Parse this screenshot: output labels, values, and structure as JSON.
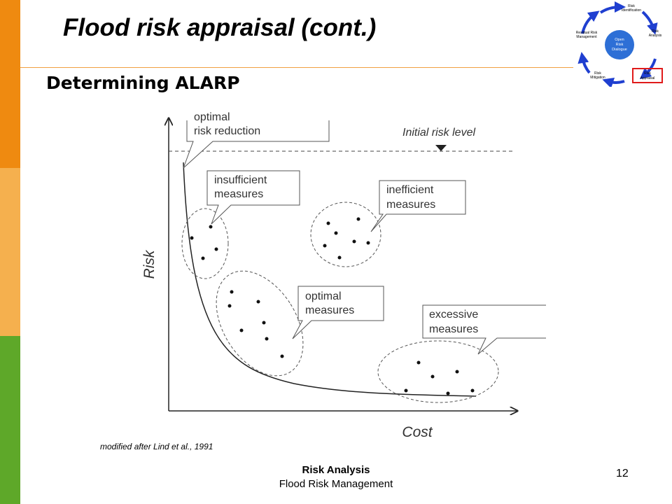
{
  "slide": {
    "title": "Flood risk appraisal (cont.)",
    "subtitle": "Determining ALARP",
    "credit": "modified after Lind et al., 1991",
    "footer_line1": "Risk Analysis",
    "footer_line2": "Flood Risk Management",
    "page_number": "12"
  },
  "cycle": {
    "center_line1": "Open",
    "center_line2": "Risk",
    "center_line3": "Dialogue",
    "risk_identification_1": "Risk",
    "risk_identification_2": "Identification",
    "risk_analysis_1": "Risk",
    "risk_analysis_2": "Analysis",
    "risk_appraisal_1": "Risk",
    "risk_appraisal_2": "Appraisal",
    "risk_mitigation_1": "Risk",
    "risk_mitigation_2": "Mitigation",
    "residual_1": "Residual Risk",
    "residual_2": "Management",
    "arrow_color": "#1f3fd0",
    "center_color": "#2d6fd6",
    "highlight_color": "#e01b1b"
  },
  "diagram": {
    "y_axis_label": "Risk",
    "x_axis_label": "Cost",
    "initial_risk_label": "Initial risk level",
    "callout_optimal_reduction_1": "optimal",
    "callout_optimal_reduction_2": "risk reduction",
    "callout_insufficient_1": "insufficient",
    "callout_insufficient_2": "measures",
    "callout_inefficient_1": "inefficient",
    "callout_inefficient_2": "measures",
    "callout_optimal_1": "optimal",
    "callout_optimal_2": "measures",
    "callout_excessive_1": "excessive",
    "callout_excessive_2": "measures"
  }
}
